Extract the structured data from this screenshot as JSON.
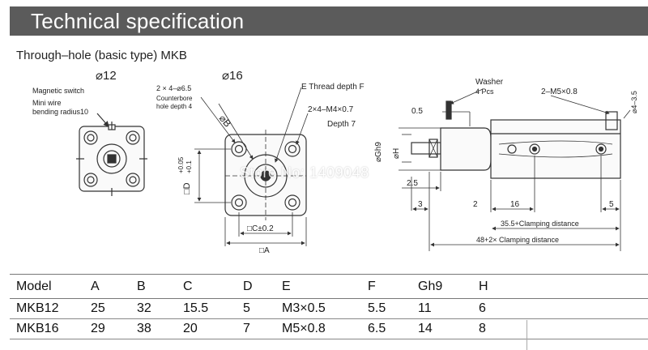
{
  "header": {
    "title": "Technical specification"
  },
  "subtitle": "Through–hole (basic type) MKB",
  "views": {
    "left": {
      "size_label": "⌀12",
      "magnetic_switch": "Magnetic switch",
      "mini_wire_1": "Mini wire",
      "mini_wire_2": "bending radius10"
    },
    "middle": {
      "size_label": "⌀16",
      "holes": "2 × 4–⌀6.5",
      "counterbore_1": "Counterbore",
      "counterbore_2": "hole depth 4",
      "b_label": "⌀B",
      "e_thread": "E Thread depth F",
      "m4_holes": "2×4–M4×0.7",
      "depth7": "Depth 7",
      "d_label": "□D",
      "d_tol_plus": "+0.05",
      "d_tol_minus": "+0.1",
      "c_label": "□C±0.2",
      "a_label": "□A"
    },
    "right": {
      "washer_1": "Washer",
      "washer_2": "4 Pcs",
      "m5": "2–M5×0.8",
      "phi4": "⌀4–3.5",
      "dim_05": "0.5",
      "gh9": "⌀Gh9",
      "h": "⌀H",
      "dim_25": "2.5",
      "dim_3": "3",
      "dim_2": "2",
      "dim_16": "16",
      "dim_5": "5",
      "clamp1": "35.5+Clamping distance",
      "clamp2": "48+2× Clamping distance"
    }
  },
  "watermark": "Store No: 1409048",
  "table": {
    "headers": [
      "Model",
      "A",
      "B",
      "C",
      "D",
      "E",
      "F",
      "Gh9",
      "H"
    ],
    "rows": [
      [
        "MKB12",
        "25",
        "32",
        "15.5",
        "5",
        "M3×0.5",
        "5.5",
        "11",
        "6"
      ],
      [
        "MKB16",
        "29",
        "38",
        "20",
        "7",
        "M5×0.8",
        "6.5",
        "14",
        "8"
      ]
    ]
  }
}
